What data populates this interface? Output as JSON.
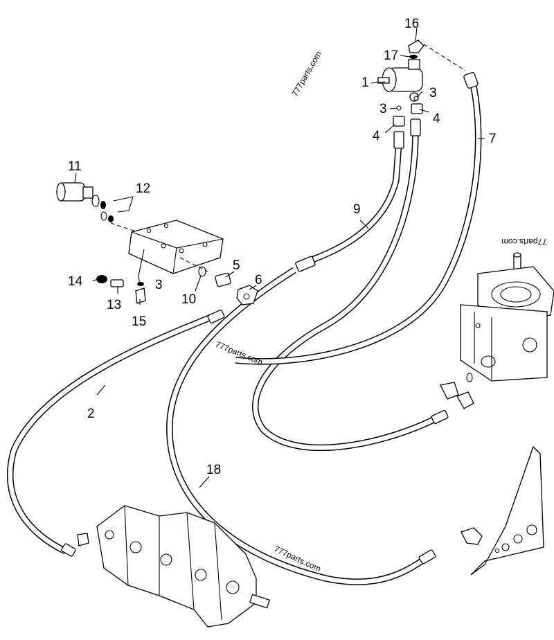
{
  "watermarks": [
    "777parts.com",
    "77parts.com",
    "777parts.com",
    "777parts.com"
  ],
  "callouts": {
    "c1": "1",
    "c2": "2",
    "c3a": "3",
    "c3b": "3",
    "c3c": "3",
    "c4a": "4",
    "c4b": "4",
    "c5": "5",
    "c6": "6",
    "c7": "7",
    "c9": "9",
    "c10": "10",
    "c11": "11",
    "c12": "12",
    "c13": "13",
    "c14": "14",
    "c15": "15",
    "c16": "16",
    "c17": "17",
    "c18": "18"
  }
}
